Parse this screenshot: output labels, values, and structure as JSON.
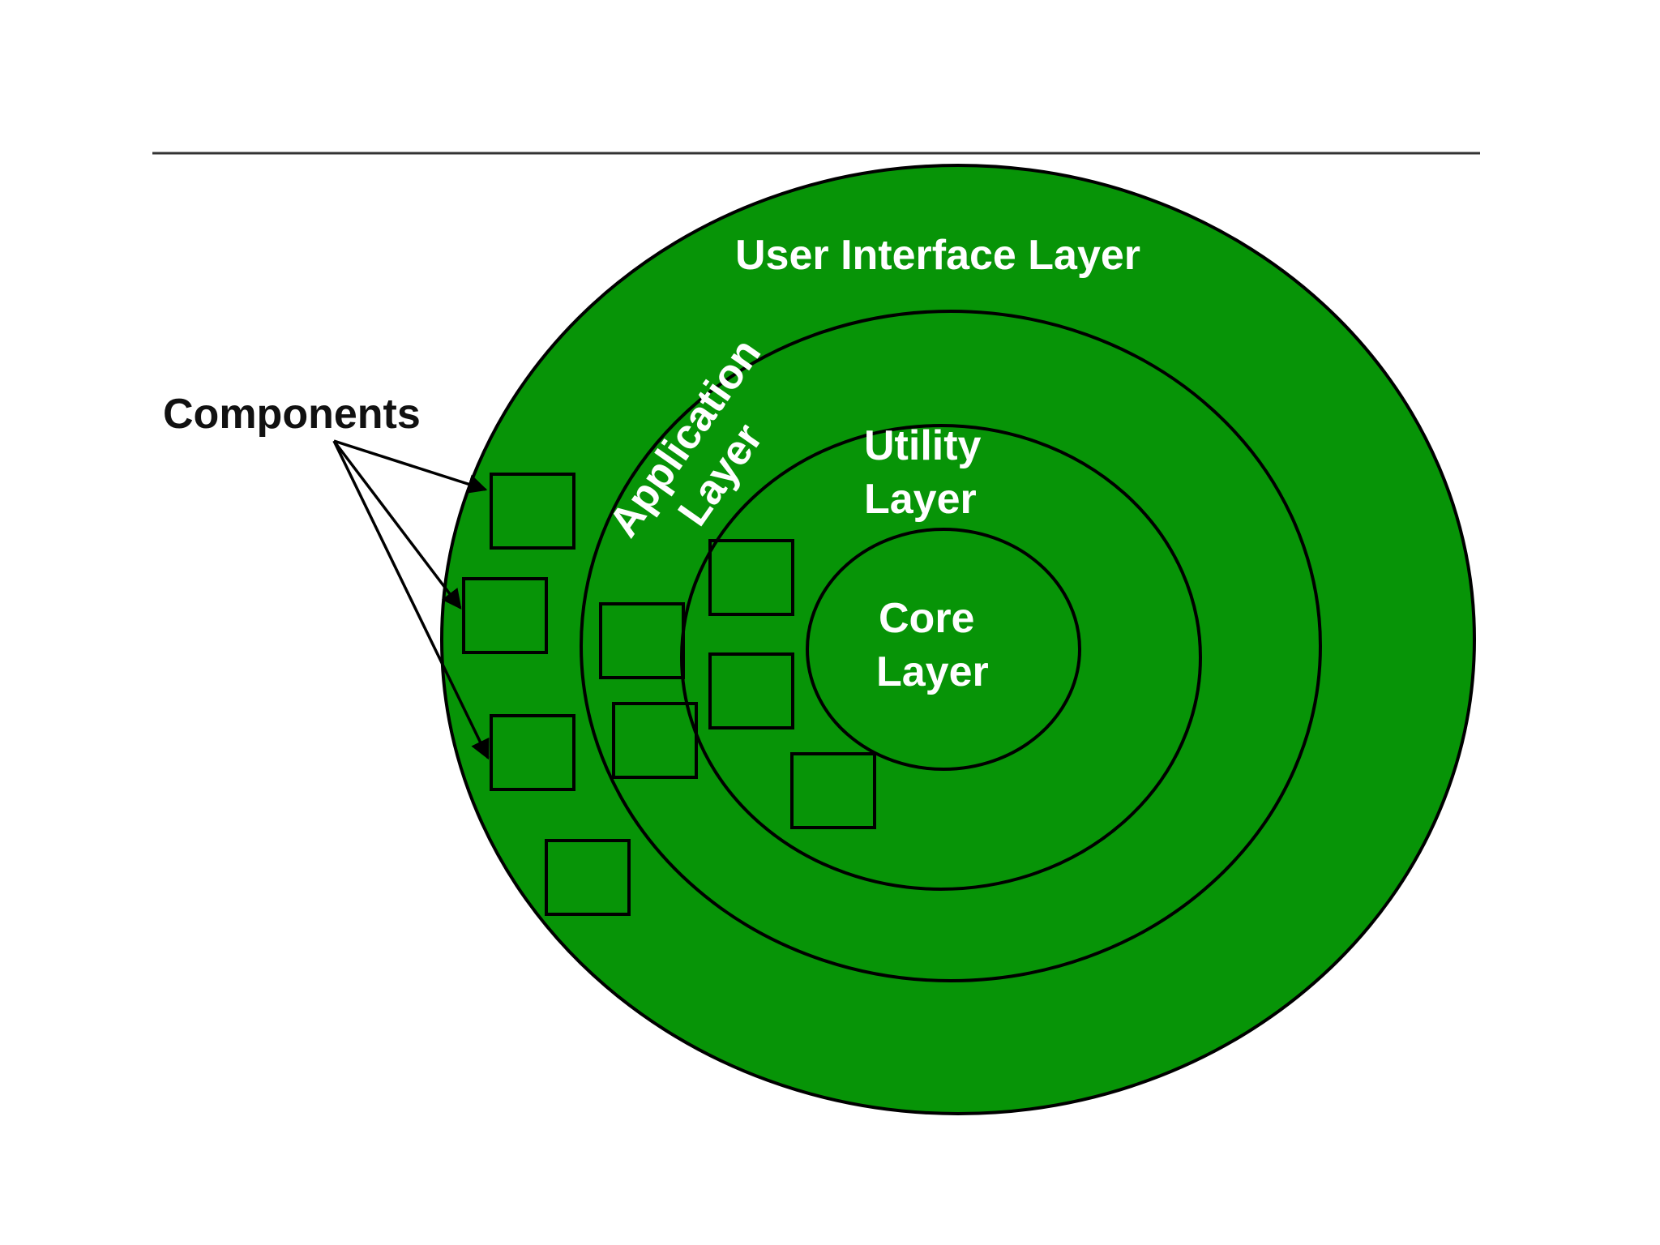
{
  "colors": {
    "layer_fill": "#079407",
    "outline": "#000000",
    "label_on_green": "#ffffff",
    "callout_text": "#111111",
    "background": "#ffffff"
  },
  "layers": {
    "user_interface": "User Interface Layer",
    "application_line1": "Application",
    "application_line2": "Layer",
    "utility_line1": "Utility",
    "utility_line2": "Layer",
    "core_line1": "Core",
    "core_line2": "Layer"
  },
  "callout": {
    "label": "Components"
  }
}
